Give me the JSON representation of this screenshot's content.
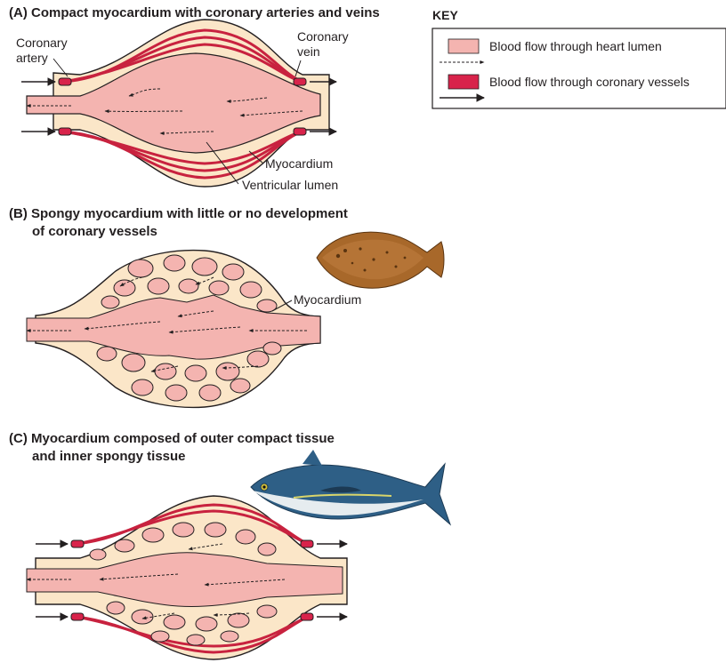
{
  "panels": {
    "a": {
      "title": "(A)  Compact myocardium with coronary arteries and veins",
      "labels": {
        "artery_1": "Coronary",
        "artery_2": "artery",
        "vein_1": "Coronary",
        "vein_2": "vein",
        "myocardium": "Myocardium",
        "lumen": "Ventricular lumen"
      }
    },
    "b": {
      "title_1": "(B)  Spongy myocardium with little or no development",
      "title_2": "of coronary vessels",
      "labels": {
        "myocardium": "Myocardium"
      },
      "animal": "flounder-illustration"
    },
    "c": {
      "title_1": "(C)  Myocardium composed of outer compact tissue",
      "title_2": "and inner spongy tissue",
      "animal": "tuna-illustration"
    }
  },
  "key": {
    "title": "KEY",
    "items": [
      {
        "label": "Blood flow through heart lumen",
        "swatch": "#f4b4b0",
        "arrow": "dashed"
      },
      {
        "label": "Blood flow through coronary vessels",
        "swatch": "#d8234b",
        "arrow": "solid"
      }
    ]
  },
  "colors": {
    "lumen": "#f4b4b0",
    "myocardium": "#fbe6c8",
    "vessel": "#c8223f",
    "outline": "#231f20"
  }
}
